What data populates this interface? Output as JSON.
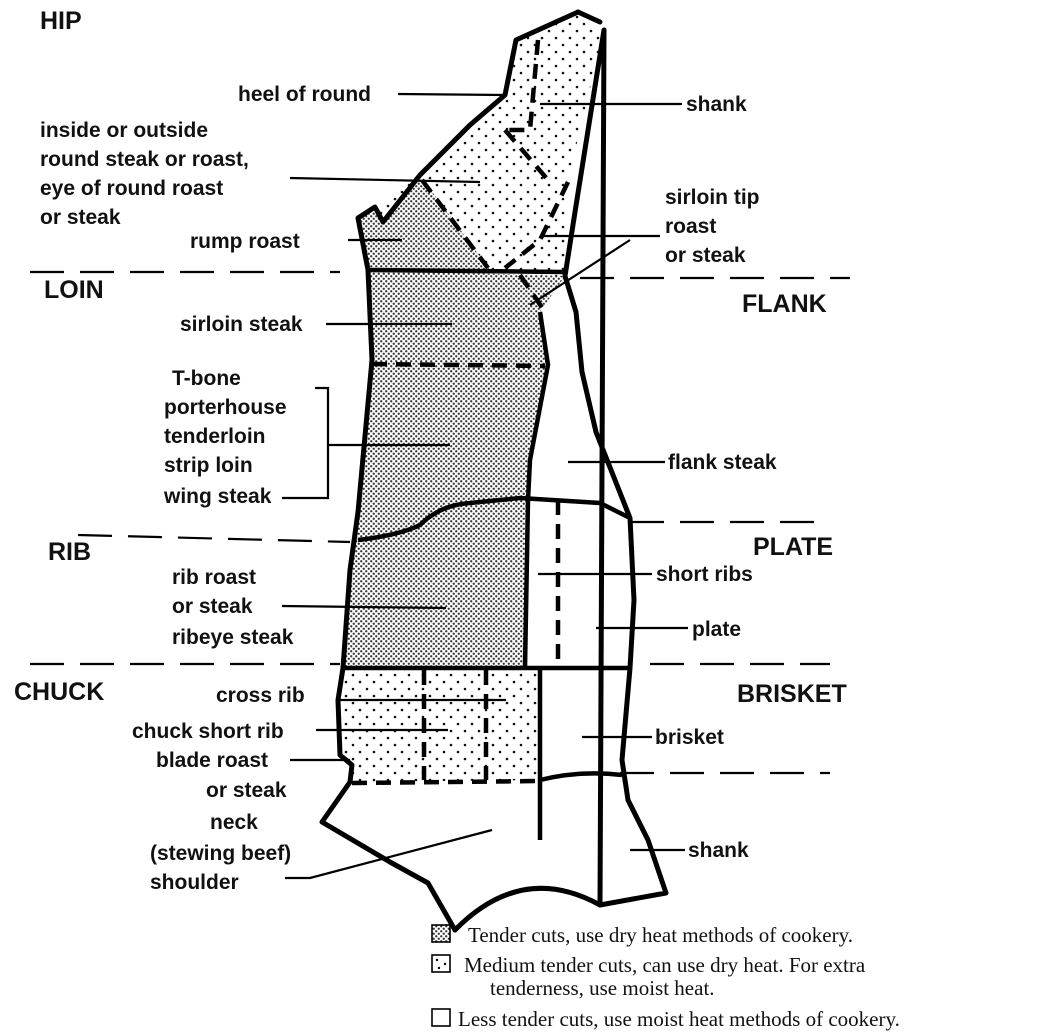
{
  "sections": {
    "hip": "HIP",
    "loin": "LOIN",
    "flank": "FLANK",
    "rib": "RIB",
    "plate": "PLATE",
    "chuck": "CHUCK",
    "brisket": "BRISKET"
  },
  "labels": {
    "heel_of_round": "heel of round",
    "shank_top": "shank",
    "inside_round": [
      "inside or outside",
      "round steak or roast,",
      "eye of round roast",
      "or steak"
    ],
    "sirloin_tip": [
      "sirloin tip",
      "roast",
      "or steak"
    ],
    "rump_roast": "rump roast",
    "sirloin_steak": "sirloin steak",
    "tbone_group": [
      "T-bone",
      "porterhouse",
      "tenderloin",
      "strip loin",
      "wing steak"
    ],
    "flank_steak": "flank steak",
    "short_ribs": "short ribs",
    "rib_roast": [
      "rib roast",
      "or steak",
      "ribeye steak"
    ],
    "plate": "plate",
    "cross_rib": "cross rib",
    "chuck_short_rib": "chuck short rib",
    "blade_roast": [
      "blade roast",
      "or steak"
    ],
    "brisket": "brisket",
    "neck": [
      "neck",
      "(stewing beef)"
    ],
    "shank_bottom": "shank",
    "shoulder": "shoulder"
  },
  "legend": {
    "tender": "Tender cuts, use dry heat methods of cookery.",
    "medium": [
      "Medium tender cuts, can use dry heat. For extra",
      "tenderness, use moist heat."
    ],
    "less": "Less tender cuts, use moist heat methods of cookery."
  },
  "icons": {
    "tender": "cross-hatch-square-icon",
    "medium": "dotted-square-icon",
    "less": "empty-square-icon"
  },
  "colors": {
    "ink": "#000000",
    "background": "#ffffff",
    "tender_shade": "#9c9c9c"
  }
}
